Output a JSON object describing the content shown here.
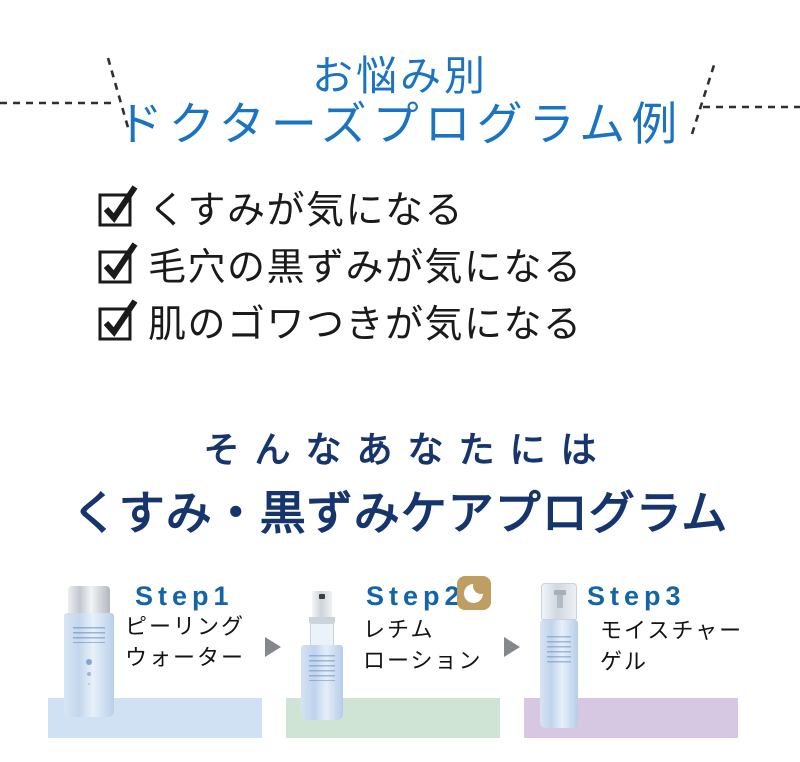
{
  "header": {
    "line1": "お悩み別",
    "line2": "ドクターズプログラム例",
    "color": "#1b74c1"
  },
  "checklist": {
    "items": [
      {
        "label": "くすみが気になる"
      },
      {
        "label": "毛穴の黒ずみが気になる"
      },
      {
        "label": "肌のゴワつきが気になる"
      }
    ]
  },
  "recommendation": {
    "lead": "そんなあなたには",
    "title": "くすみ・黒ずみケアプログラム",
    "color": "#17356d"
  },
  "program": {
    "step_label_color": "#1464a8",
    "arrow_color": "#84878b",
    "moon_icon_color": "#bf9e63",
    "steps": [
      {
        "label": "Step1",
        "product_line1": "ピーリング",
        "product_line2": "ウォーター",
        "panel_color": "#d0e1f3",
        "night_use": false
      },
      {
        "label": "Step2",
        "product_line1": "レチム",
        "product_line2": "ローション",
        "panel_color": "#cfe4d5",
        "night_use": true
      },
      {
        "label": "Step3",
        "product_line1": "モイスチャー",
        "product_line2": "ゲル",
        "panel_color": "#d6c7e3",
        "night_use": false
      }
    ]
  }
}
